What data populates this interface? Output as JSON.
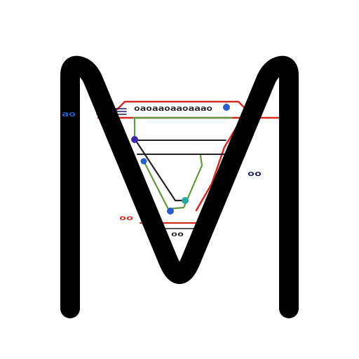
{
  "artwork": {
    "background_color": "#ffffff",
    "letter_color": "#000000",
    "colors": {
      "red": "#d22a22",
      "green": "#5f9a3a",
      "navy": "#1a1a55",
      "blue": "#2a5fc8",
      "teal": "#2aa6a0",
      "purple": "#3a2aa8",
      "dark": "#222222"
    },
    "marks": {
      "top_row": "oaoaaoaaoaaao",
      "left_mark": "ao",
      "right_mark": "oo",
      "red_mark": "oo",
      "bottom_mark": "oo"
    }
  }
}
